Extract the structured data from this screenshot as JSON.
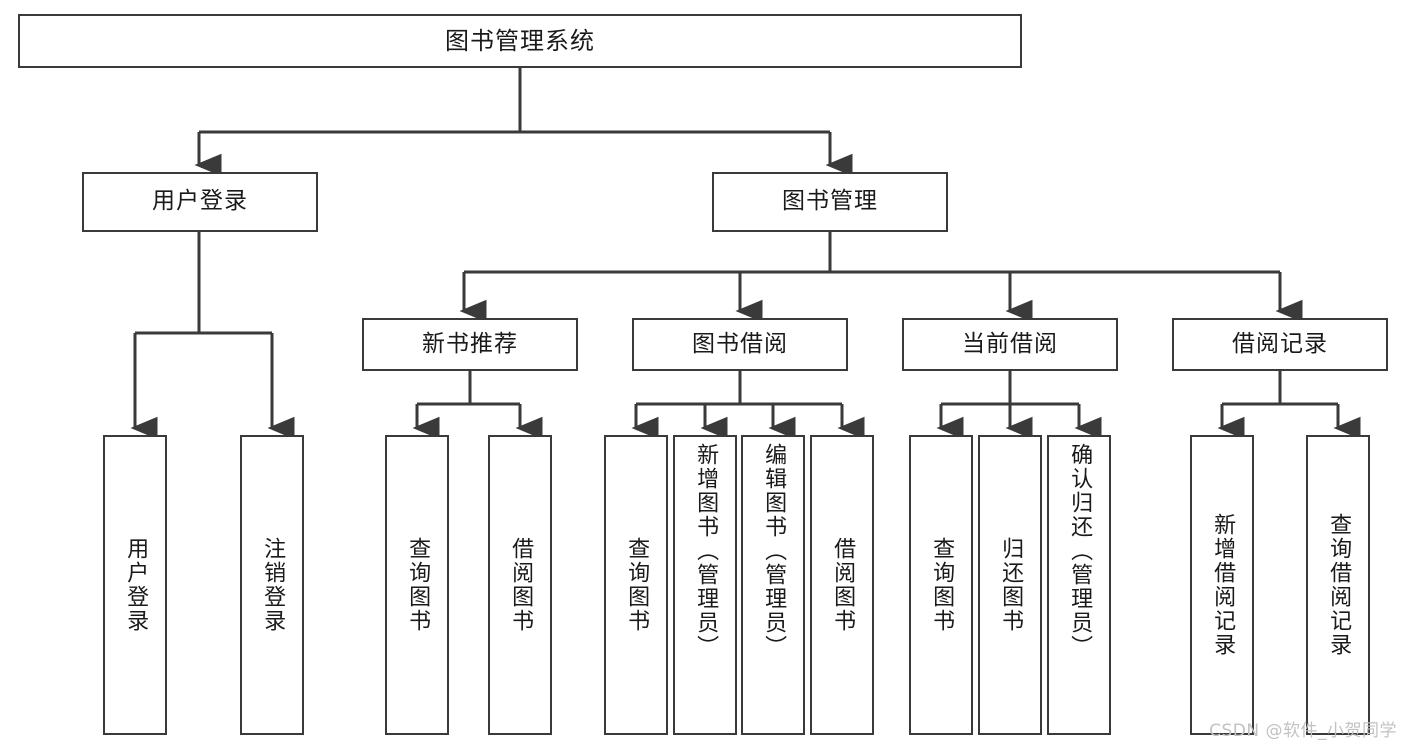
{
  "diagram": {
    "title": "图书管理系统",
    "type": "tree",
    "orientation": "top-down",
    "style": {
      "background": "#ffffff",
      "box_border": "#3a3a3a",
      "box_fill": "#ffffff",
      "connector": "#3a3a3a",
      "text": "#1a1a1a",
      "watermark_color": "#c2c2c2"
    },
    "root": {
      "label": "图书管理系统"
    },
    "level2": [
      {
        "id": "user-login",
        "label": "用户登录"
      },
      {
        "id": "book-manage",
        "label": "图书管理"
      }
    ],
    "level3": [
      {
        "id": "new-book-rec",
        "label": "新书推荐"
      },
      {
        "id": "book-borrow",
        "label": "图书借阅"
      },
      {
        "id": "current-borrow",
        "label": "当前借阅"
      },
      {
        "id": "borrow-record",
        "label": "借阅记录"
      }
    ],
    "leaves": {
      "user_login": [
        {
          "id": "leaf-user-login",
          "label": "用户登录"
        },
        {
          "id": "leaf-logout",
          "label": "注销登录"
        }
      ],
      "new_book_rec": [
        {
          "id": "leaf-query-book-1",
          "label": "查询图书"
        },
        {
          "id": "leaf-borrow-book-1",
          "label": "借阅图书"
        }
      ],
      "book_borrow": [
        {
          "id": "leaf-query-book-2",
          "label": "查询图书"
        },
        {
          "id": "leaf-add-book",
          "label": "新增图书（管理员）"
        },
        {
          "id": "leaf-edit-book",
          "label": "编辑图书（管理员）"
        },
        {
          "id": "leaf-borrow-book-2",
          "label": "借阅图书"
        }
      ],
      "current_borrow": [
        {
          "id": "leaf-query-book-3",
          "label": "查询图书"
        },
        {
          "id": "leaf-return-book",
          "label": "归还图书"
        },
        {
          "id": "leaf-confirm-return",
          "label": "确认归还（管理员）"
        }
      ],
      "borrow_record": [
        {
          "id": "leaf-add-record",
          "label": "新增借阅记录"
        },
        {
          "id": "leaf-query-record",
          "label": "查询借阅记录"
        }
      ]
    }
  },
  "watermark": {
    "text": "CSDN @软件_小贺同学"
  }
}
